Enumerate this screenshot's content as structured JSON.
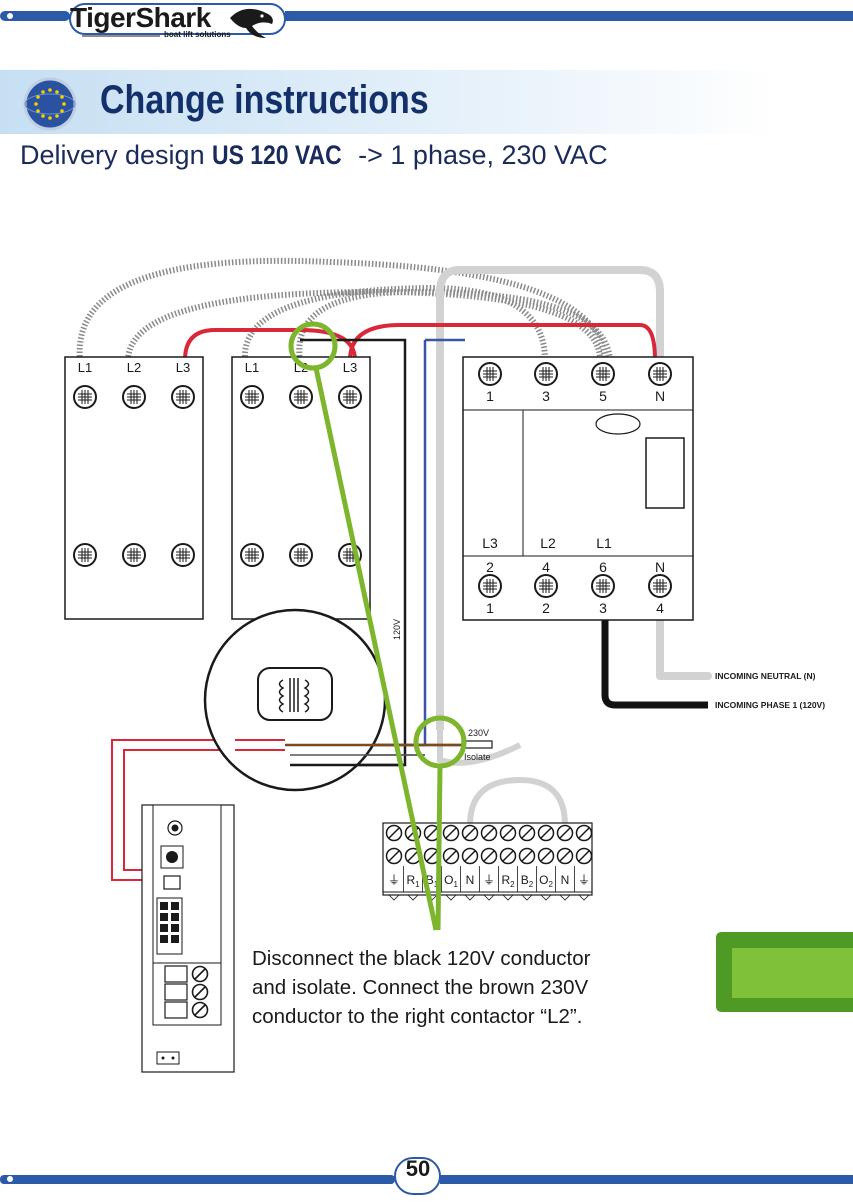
{
  "header": {
    "brand": "TigerShark",
    "tagline": "boat lift solutions",
    "page_number": "50"
  },
  "title": "Change instructions",
  "subtitle": {
    "prefix": "Delivery design ",
    "emphasis": "US 120 VAC",
    "suffix": " -> 1 phase, 230 VAC"
  },
  "diagram": {
    "contactor_left_labels": [
      "L1",
      "L2",
      "L3"
    ],
    "contactor_right_labels": [
      "L1",
      "L2",
      "L3"
    ],
    "breaker_top_labels": [
      "1",
      "3",
      "5",
      "N"
    ],
    "breaker_mid_labels": [
      "L3",
      "L2",
      "L1"
    ],
    "breaker_bottom_top_labels": [
      "2",
      "4",
      "6",
      "N"
    ],
    "breaker_bottom_labels": [
      "1",
      "2",
      "3",
      "4"
    ],
    "voltage_120": "120V",
    "voltage_230": "230V",
    "isolate_label": "Isolate",
    "incoming_neutral": "INCOMING NEUTRAL  (N)",
    "incoming_phase": "INCOMING PHASE 1    (120V)",
    "terminal_labels": [
      "⏚",
      "R1",
      "B1",
      "O1",
      "N",
      "⏚",
      "R2",
      "B2",
      "O2",
      "N",
      "⏚"
    ]
  },
  "note": "Disconnect the black 120V conductor and isolate.  Connect the brown 230V conductor to the right contactor “L2”.",
  "colors": {
    "header_blue": "#2a5aa8",
    "title_blue": "#13306b",
    "highlight_green": "#7db52c",
    "red_wire": "#d8283a",
    "blue_wire": "#3b55a6",
    "brown_wire": "#7a4a22",
    "panel_green": "#5aa52a"
  }
}
